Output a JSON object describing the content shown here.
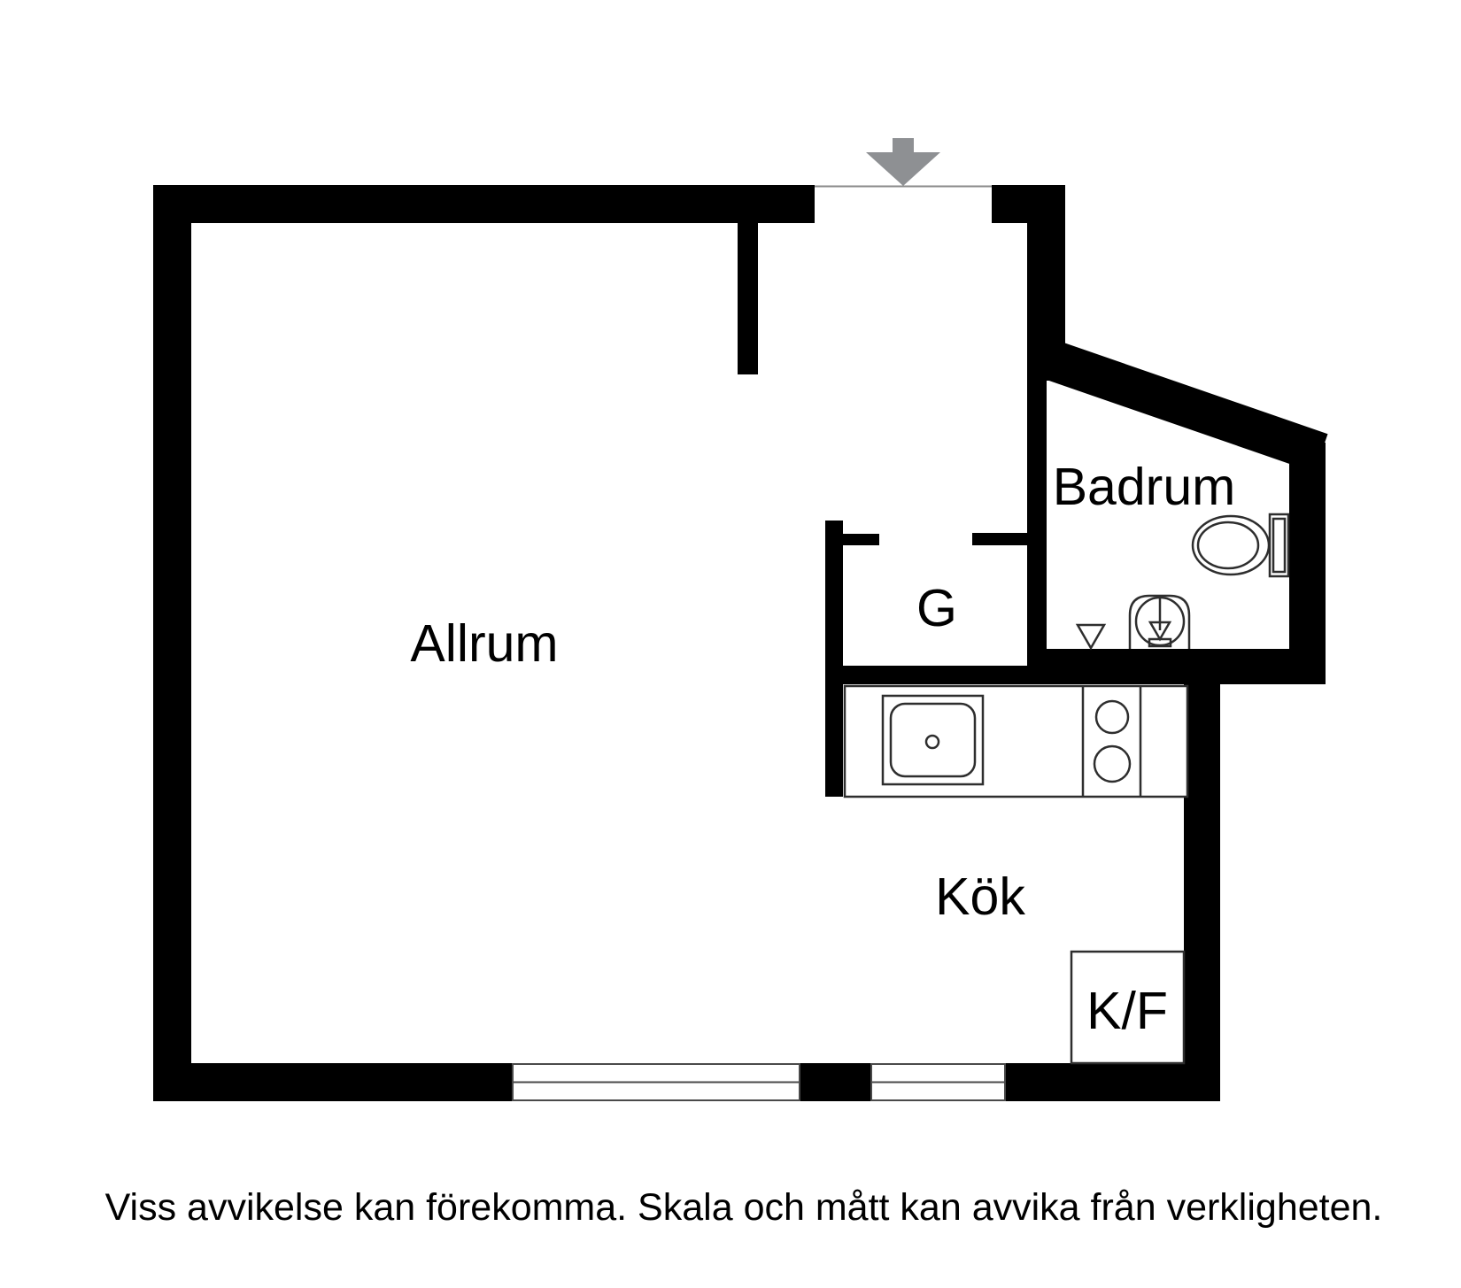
{
  "floorplan": {
    "labels": {
      "living_room": "Allrum",
      "closet": "G",
      "bathroom": "Badrum",
      "kitchen": "Kök",
      "fridge_freezer": "K/F"
    },
    "disclaimer": "Viss avvikelse kan förekomma. Skala och mått kan avvika från verkligheten.",
    "colors": {
      "wall": "#000000",
      "fixture_outline": "#2e2e2e",
      "window_frame": "#4a4a4a",
      "entrance_arrow": "#8e9093",
      "threshold_line": "#8a8a8a",
      "text": "#000000"
    }
  }
}
